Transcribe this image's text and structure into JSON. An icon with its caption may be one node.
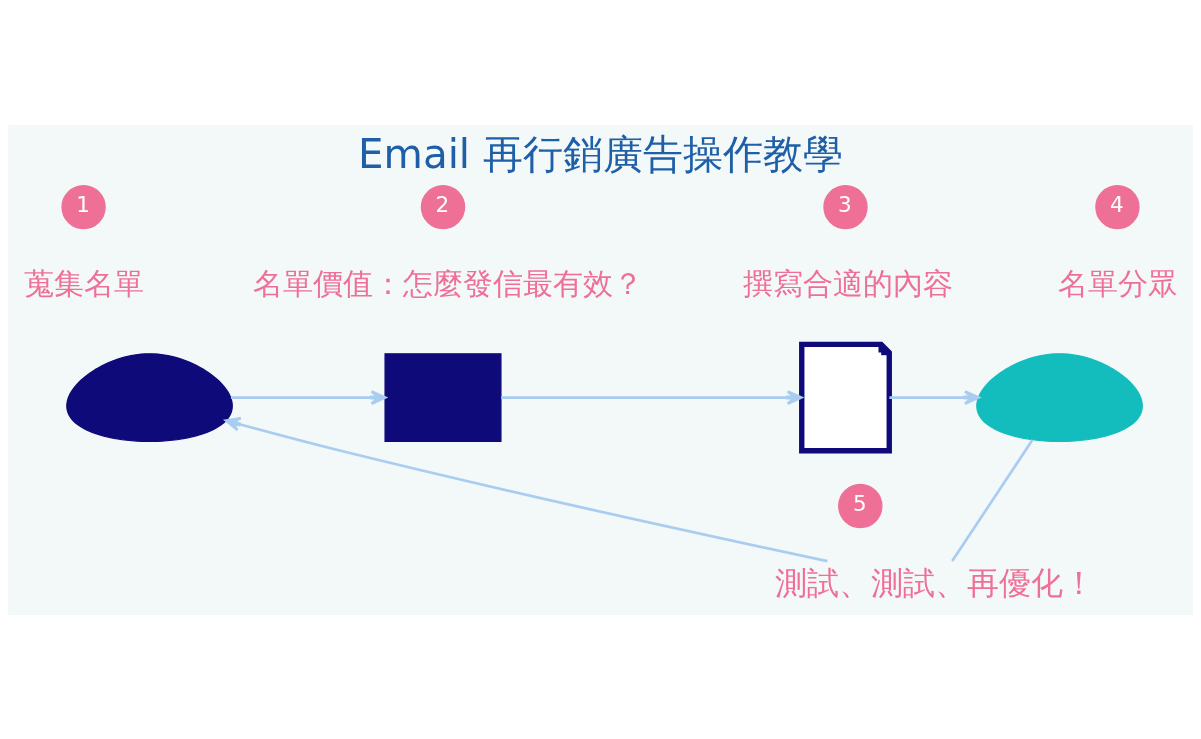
{
  "diagram": {
    "title": "Email 再行銷廣告操作教學",
    "nodes": [
      {
        "text": [
          "1"
        ],
        "beside": [
          "蒐集名單"
        ]
      },
      {
        "text": [
          "2"
        ],
        "beside": [
          "名單價值：怎麼發信最有效？"
        ]
      },
      {
        "text": [
          "3"
        ],
        "beside": [
          "撰寫合適的內容"
        ]
      },
      {
        "text": [
          "4"
        ],
        "beside": [
          "名單分眾"
        ]
      },
      {
        "text": [],
        "shape": "person"
      },
      {
        "text": [],
        "shape": "envelope"
      },
      {
        "text": [],
        "shape": "document"
      },
      {
        "text": [],
        "shape": "person"
      },
      {
        "text": [
          "5"
        ]
      },
      {
        "text": [
          "測試、測試、再優化！"
        ]
      }
    ],
    "edges": [
      {
        "from": 4,
        "to": 5,
        "arrow": "to"
      },
      {
        "from": 5,
        "to": 6,
        "arrow": "to"
      },
      {
        "from": 6,
        "to": 7,
        "arrow": "to"
      },
      {
        "from": 7,
        "to": 9,
        "arrow": "none"
      },
      {
        "from": 9,
        "to": 4,
        "arrow": "to"
      }
    ]
  }
}
